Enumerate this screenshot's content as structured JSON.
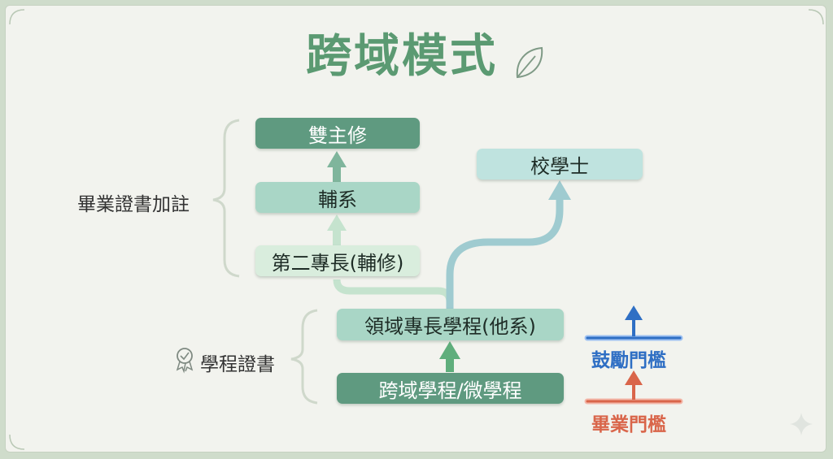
{
  "title": "跨域模式",
  "nodes": {
    "double_major": "雙主修",
    "minor": "輔系",
    "second_specialty": "第二專長(輔修)",
    "school_bachelor": "校學士",
    "domain_program": "領域專長學程(他系)",
    "cross_program": "跨域學程/微學程"
  },
  "groups": {
    "diploma_note": "畢業證書加註",
    "program_cert": "學程證書"
  },
  "thresholds": {
    "encourage": "鼓勵門檻",
    "graduation": "畢業門檻"
  },
  "colors": {
    "title": "#5b9a72",
    "encourage": "#2f6fc4",
    "graduation": "#d9654a"
  }
}
